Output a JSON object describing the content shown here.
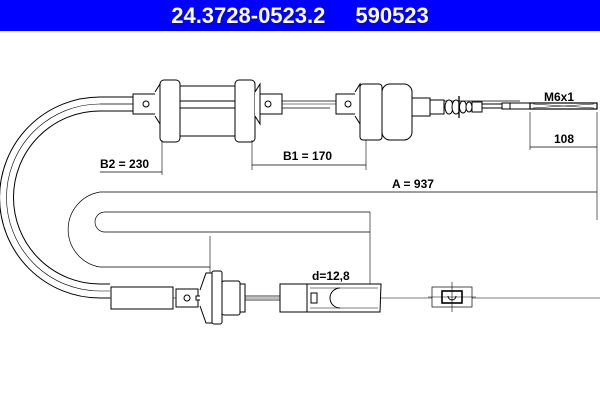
{
  "header": {
    "part_number": "24.3728-0523.2",
    "ref_number": "590523",
    "background_color": "#0000ff",
    "text_color": "#ffffff"
  },
  "drawing": {
    "type": "clutch-cable-technical-drawing",
    "dimensions": {
      "A": "A = 937",
      "B1": "B1 = 170",
      "B2": "B2 = 230",
      "thread": "M6x1",
      "thread_length": "108",
      "diameter": "d=12,8"
    }
  }
}
